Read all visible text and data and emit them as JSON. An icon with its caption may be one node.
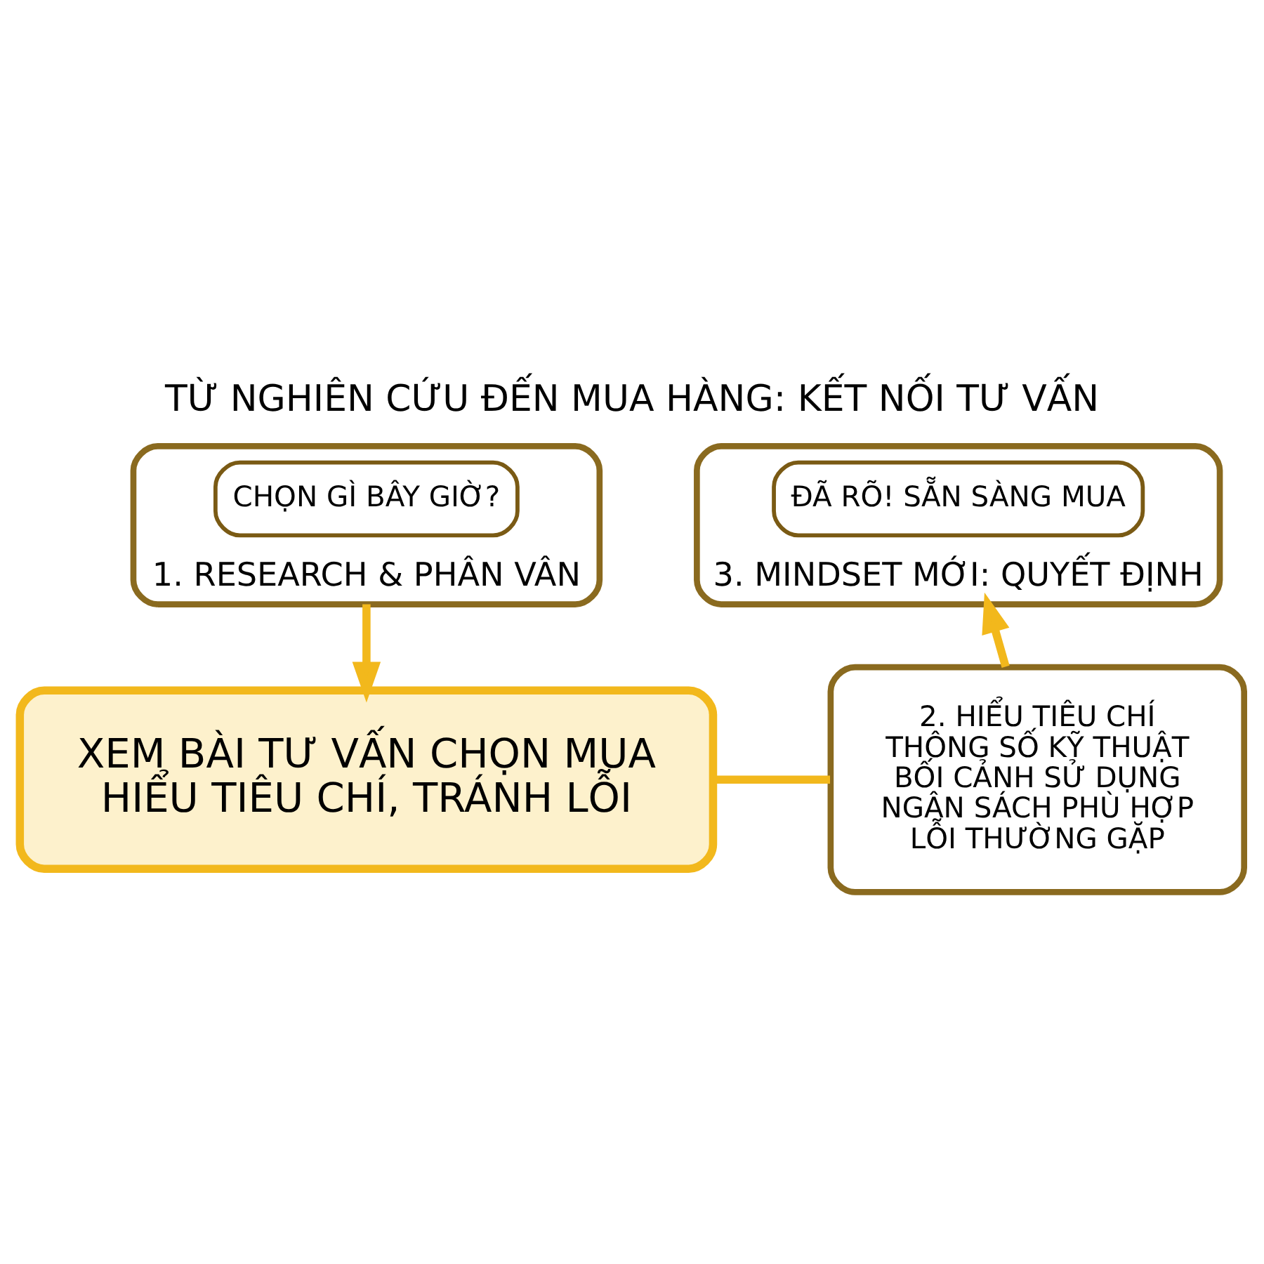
{
  "diagram": {
    "title": "TỪ NGHIÊN CỨU ĐẾN MUA HÀNG: KẾT NỐI TƯ VẤN",
    "nodes": [
      {
        "text": [
          "1. RESEARCH & PHÂN VÂN"
        ]
      },
      {
        "text": [
          "CHỌN GÌ BÂY GIỜ?"
        ],
        "in": 0
      },
      {
        "text": [
          "3. MINDSET MỚI: QUYẾT ĐỊNH"
        ]
      },
      {
        "text": [
          "ĐÃ RÕ! SẴN SÀNG MUA"
        ],
        "in": 2
      },
      {
        "text": [
          "XEM BÀI TƯ VẤN CHỌN MUA",
          "HIỂU TIÊU CHÍ, TRÁNH LỖI"
        ]
      },
      {
        "text": [
          "2. HIỂU TIÊU CHÍ",
          "THÔNG SỐ KỸ THUẬT",
          "BỐI CẢNH SỬ DỤNG",
          "NGÂN SÁCH PHÙ HỢP",
          "LỖI THƯỜNG GẶP"
        ]
      }
    ],
    "edges": [
      {
        "from": 0,
        "to": 4,
        "arrow": "to"
      },
      {
        "from": 4,
        "to": 5,
        "arrow": "none"
      },
      {
        "from": 5,
        "to": 2,
        "arrow": "to"
      }
    ]
  }
}
